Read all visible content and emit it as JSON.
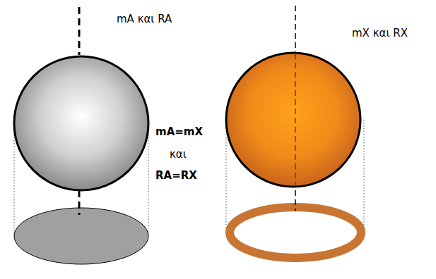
{
  "diagram": {
    "labels": [
      "mA και RA",
      "mX και RX",
      "mA=mX",
      "και",
      "RA=RX"
    ]
  }
}
